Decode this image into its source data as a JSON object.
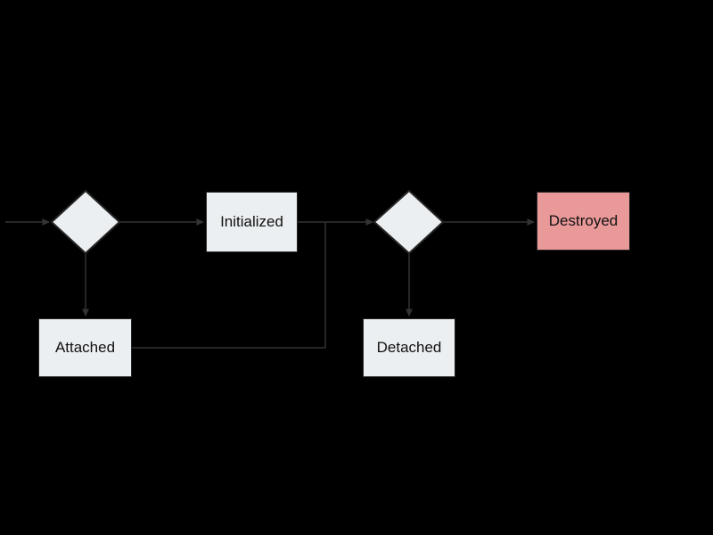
{
  "diagram": {
    "colors": {
      "background": "#000000",
      "node_fill": "#ECEFF1",
      "destroyed_fill": "#EA9999",
      "border": "#262626",
      "edge": "#333333",
      "text": "#111111"
    },
    "nodes": {
      "decision1": {
        "type": "diamond",
        "label": ""
      },
      "initialized": {
        "type": "box",
        "label": "Initialized"
      },
      "attached": {
        "type": "box",
        "label": "Attached"
      },
      "decision2": {
        "type": "diamond",
        "label": ""
      },
      "detached": {
        "type": "box",
        "label": "Detached"
      },
      "destroyed": {
        "type": "box",
        "label": "Destroyed"
      }
    },
    "edges": [
      {
        "from": "offscreen-left",
        "to": "decision1",
        "arrow": true
      },
      {
        "from": "decision1",
        "to": "initialized",
        "arrow": true
      },
      {
        "from": "decision1",
        "to": "attached",
        "arrow": true
      },
      {
        "from": "initialized",
        "to": "decision2",
        "arrow": true
      },
      {
        "from": "attached",
        "to": "decision2",
        "arrow": false
      },
      {
        "from": "decision2",
        "to": "destroyed",
        "arrow": true
      },
      {
        "from": "decision2",
        "to": "detached",
        "arrow": true
      }
    ]
  }
}
